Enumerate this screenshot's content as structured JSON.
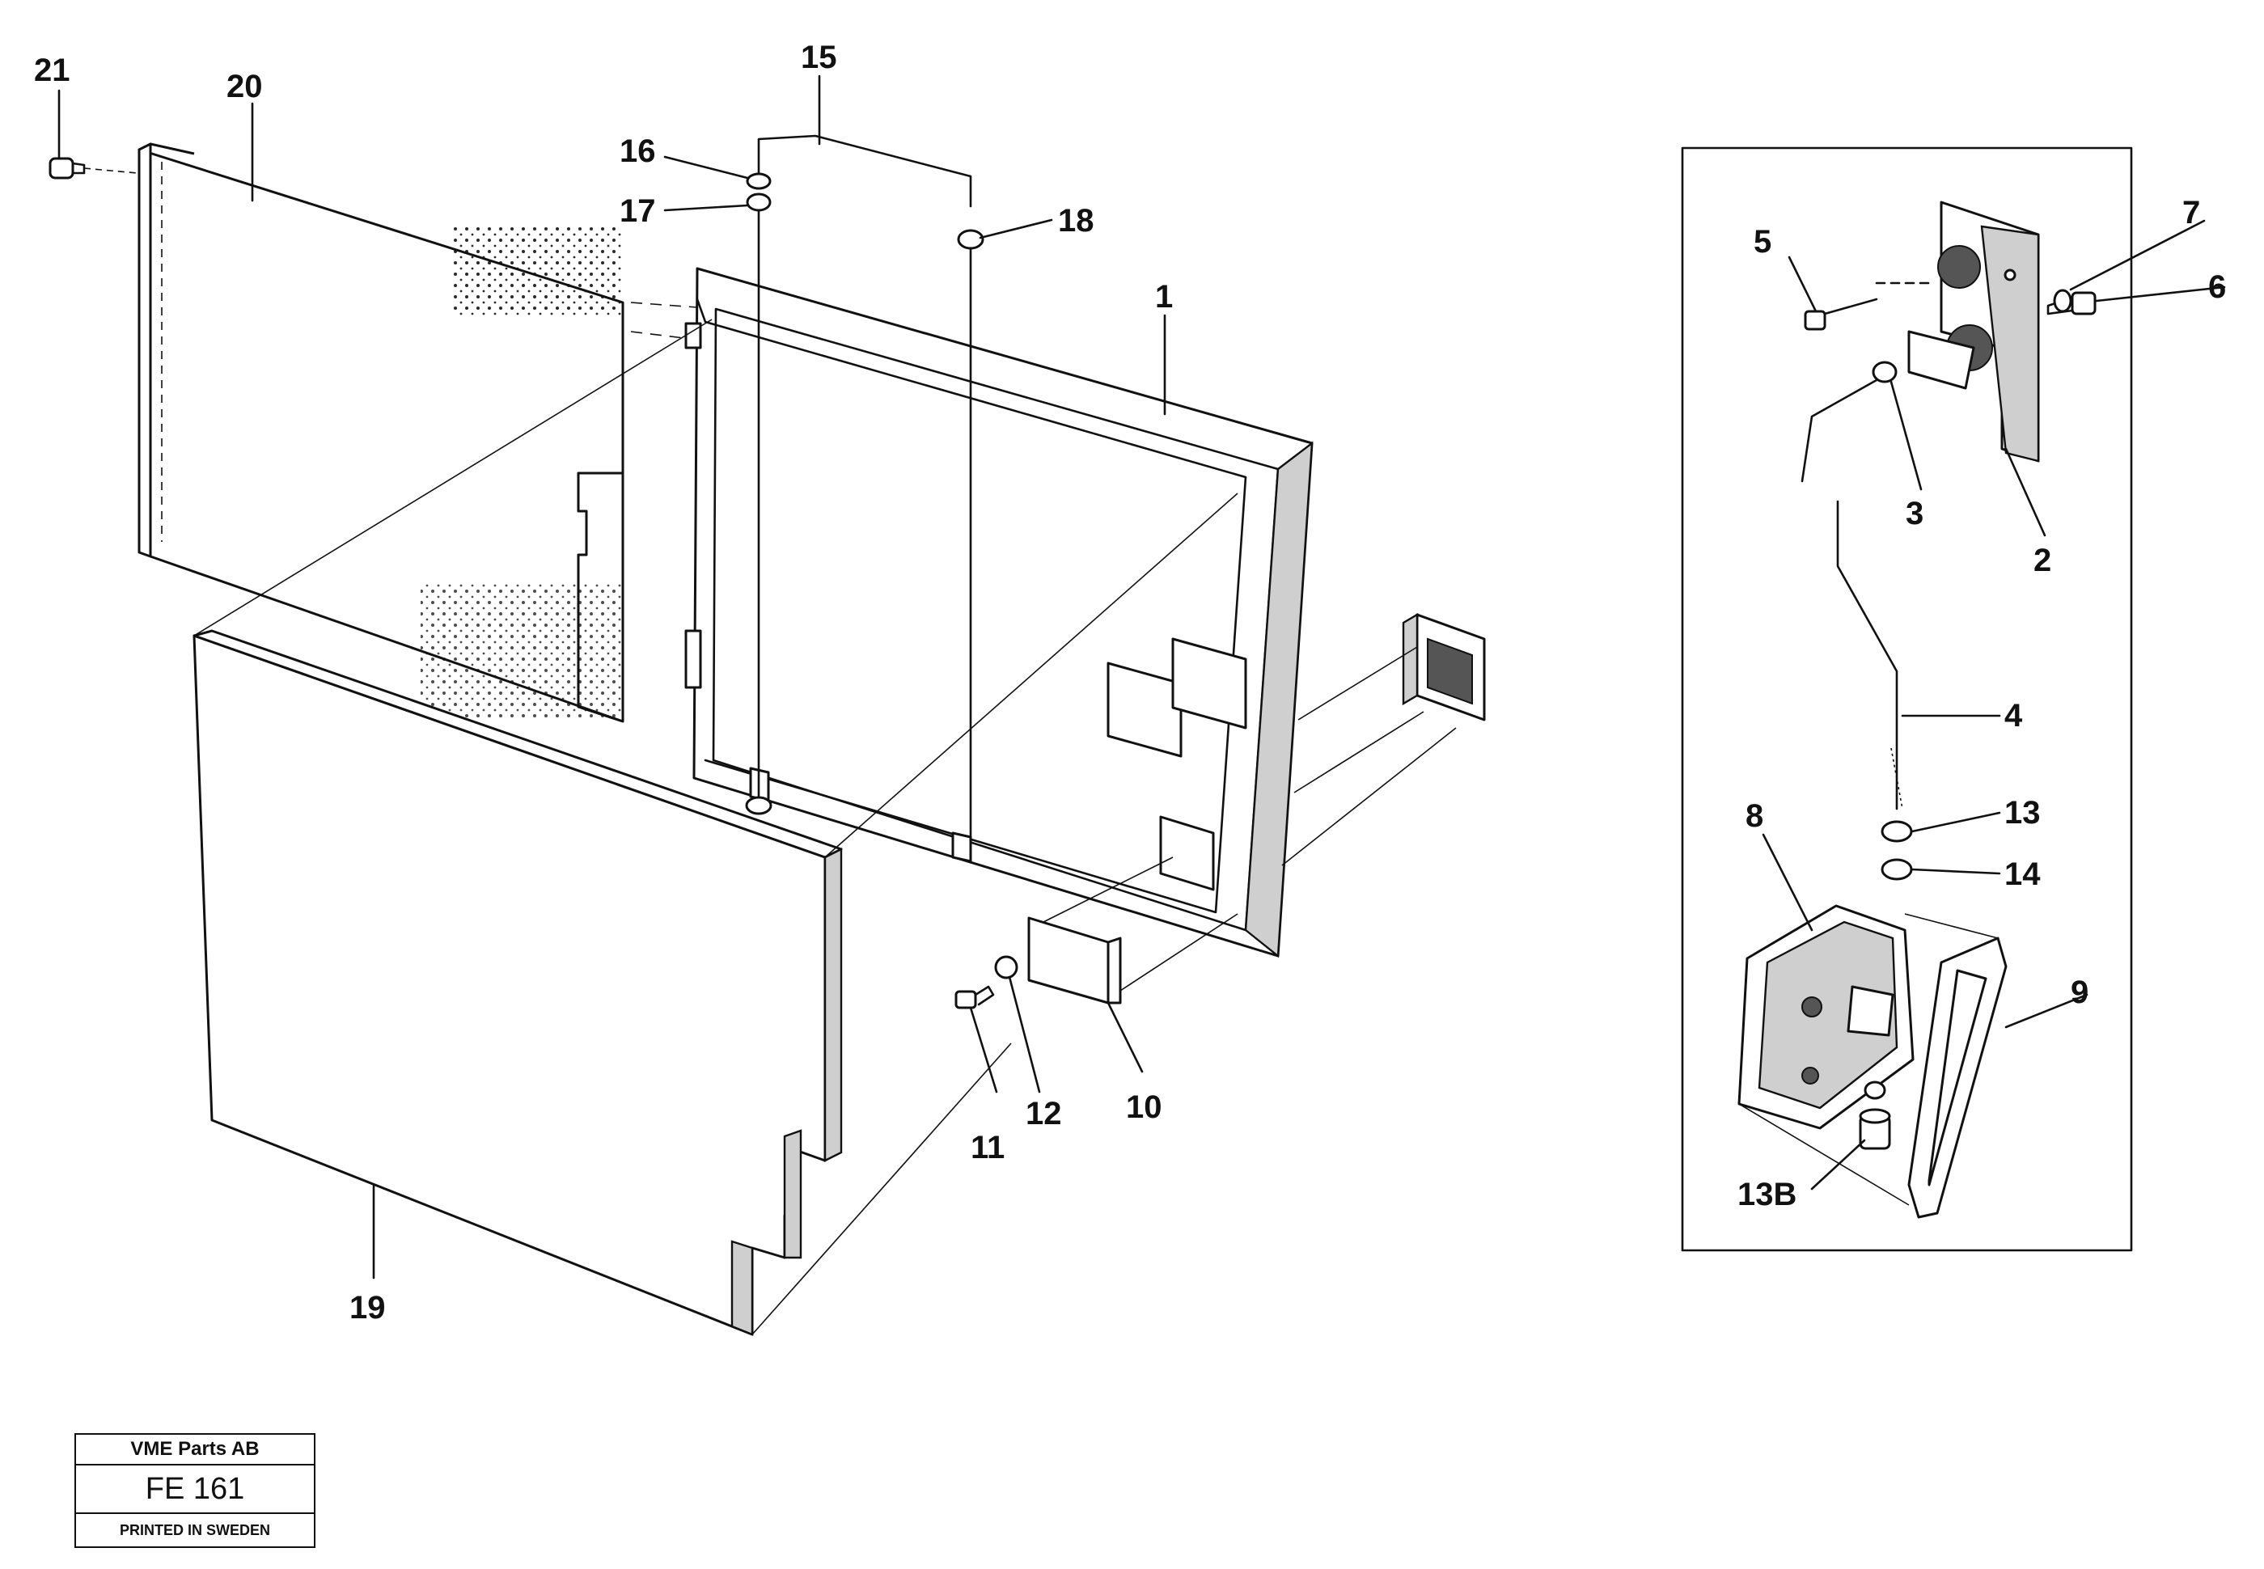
{
  "diagram": {
    "callouts": {
      "c1": "1",
      "c2": "2",
      "c3": "3",
      "c4": "4",
      "c5": "5",
      "c6": "6",
      "c7": "7",
      "c8": "8",
      "c9": "9",
      "c10": "10",
      "c11": "11",
      "c12": "12",
      "c13": "13",
      "c13b": "13B",
      "c14": "14",
      "c15": "15",
      "c16": "16",
      "c17": "17",
      "c18": "18",
      "c19": "19",
      "c20": "20",
      "c21": "21"
    }
  },
  "title_block": {
    "company": "VME Parts AB",
    "code": "FE 161",
    "print_note": "PRINTED IN SWEDEN"
  },
  "colors": {
    "ink": "#111111",
    "background": "#ffffff"
  }
}
